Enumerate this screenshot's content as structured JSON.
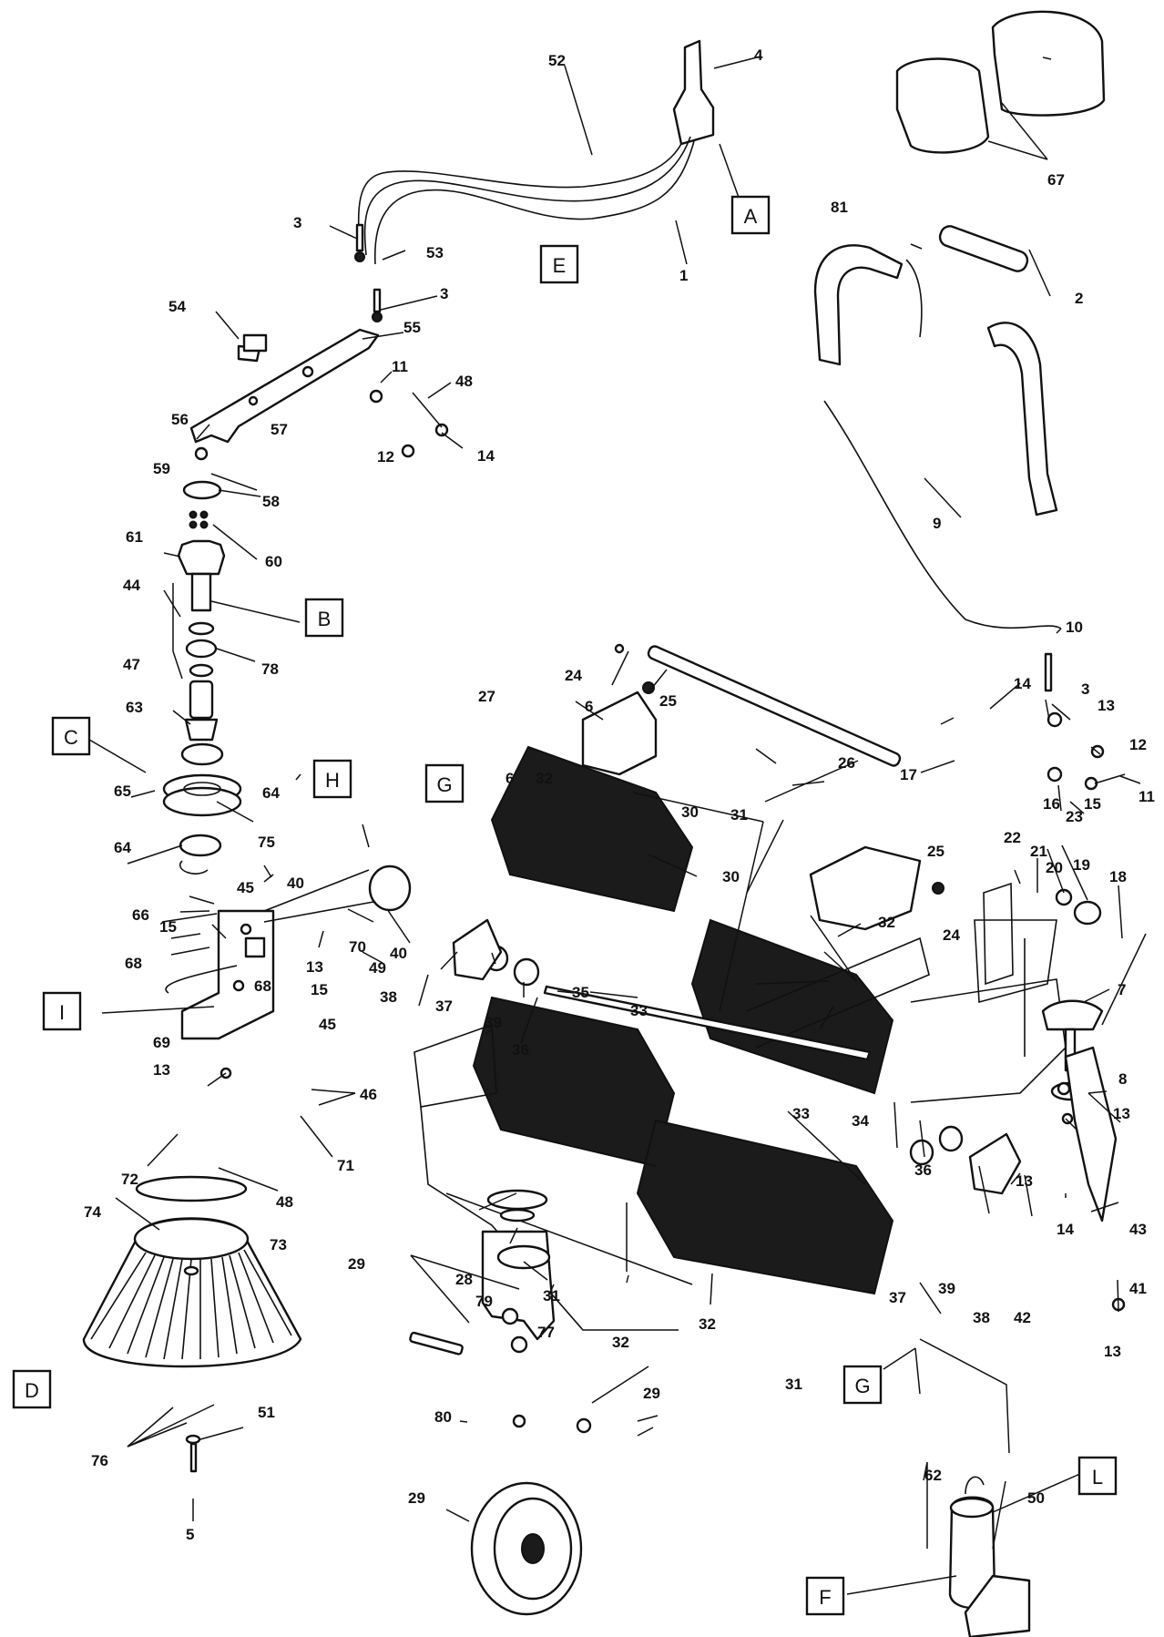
{
  "callouts": [
    "1",
    "2",
    "3",
    "4",
    "5",
    "6",
    "7",
    "8",
    "9",
    "10",
    "11",
    "12",
    "13",
    "14",
    "15",
    "16",
    "17",
    "18",
    "19",
    "20",
    "21",
    "22",
    "23",
    "24",
    "25",
    "26",
    "27",
    "28",
    "29",
    "30",
    "31",
    "32",
    "33",
    "34",
    "35",
    "36",
    "37",
    "38",
    "39",
    "40",
    "41",
    "42",
    "43",
    "44",
    "45",
    "46",
    "47",
    "48",
    "49",
    "50",
    "51",
    "52",
    "53",
    "54",
    "55",
    "56",
    "57",
    "58",
    "59",
    "60",
    "61",
    "62",
    "63",
    "64",
    "65",
    "66",
    "67",
    "68",
    "69",
    "70",
    "71",
    "72",
    "73",
    "74",
    "75",
    "76",
    "77",
    "78",
    "79",
    "80",
    "81"
  ],
  "section_labels": [
    "A",
    "B",
    "C",
    "D",
    "E",
    "F",
    "G",
    "H",
    "I",
    "L"
  ]
}
